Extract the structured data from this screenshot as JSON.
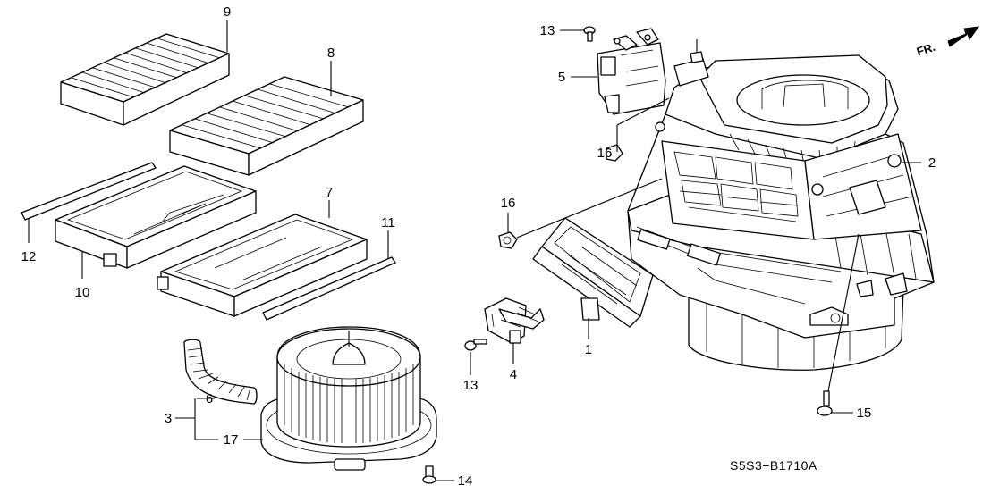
{
  "diagram": {
    "callouts": [
      {
        "id": "p9",
        "label": "9"
      },
      {
        "id": "p8",
        "label": "8"
      },
      {
        "id": "p7",
        "label": "7"
      },
      {
        "id": "p12",
        "label": "12"
      },
      {
        "id": "p10",
        "label": "10"
      },
      {
        "id": "p11",
        "label": "11"
      },
      {
        "id": "p13a",
        "label": "13"
      },
      {
        "id": "p5",
        "label": "5"
      },
      {
        "id": "p16a",
        "label": "16"
      },
      {
        "id": "p16b",
        "label": "16"
      },
      {
        "id": "p2",
        "label": "2"
      },
      {
        "id": "p1",
        "label": "1"
      },
      {
        "id": "p4",
        "label": "4"
      },
      {
        "id": "p13b",
        "label": "13"
      },
      {
        "id": "p15",
        "label": "15"
      },
      {
        "id": "p6",
        "label": "6"
      },
      {
        "id": "p3",
        "label": "3"
      },
      {
        "id": "p17",
        "label": "17"
      },
      {
        "id": "p14",
        "label": "14"
      }
    ],
    "direction_label": "FR.",
    "diagram_code": "S5S3−B1710A"
  }
}
